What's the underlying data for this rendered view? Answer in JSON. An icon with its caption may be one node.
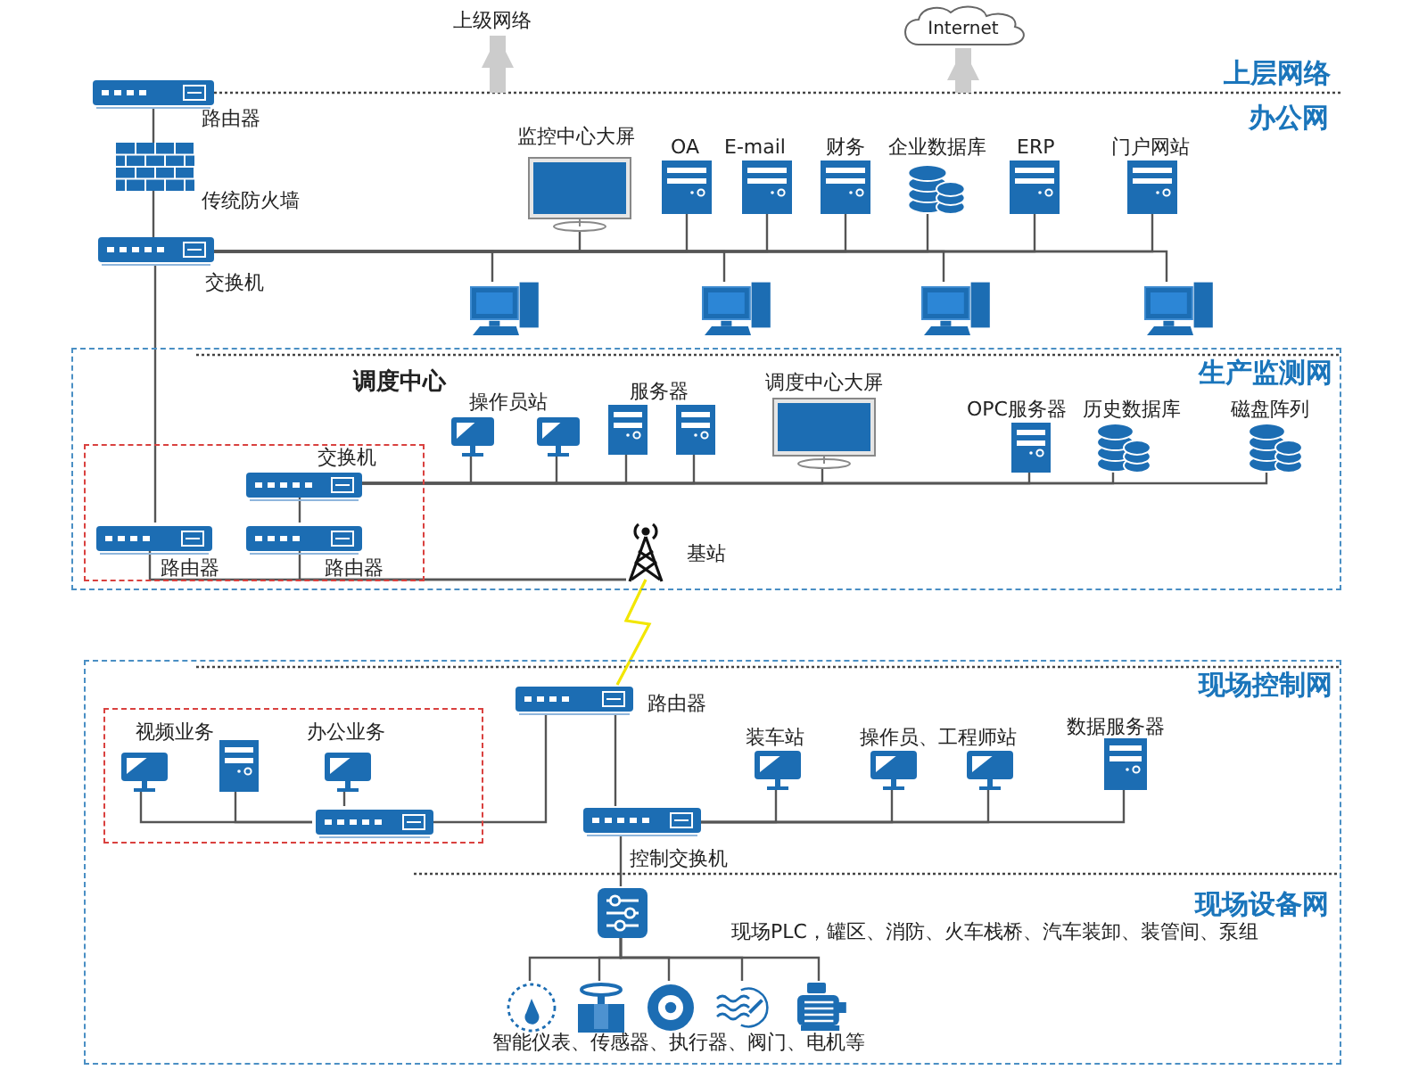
{
  "diagram": {
    "nodes": [
      {
        "text": [
          "上级网络"
        ]
      },
      {
        "text": [
          "Internet"
        ]
      },
      {
        "text": [
          "路由器"
        ]
      },
      {
        "text": [
          "传统防火墙"
        ]
      },
      {
        "text": [
          "交换机"
        ]
      },
      {
        "text": [
          "监控中心大屏"
        ]
      },
      {
        "text": [
          "OA"
        ]
      },
      {
        "text": [
          "E-mail"
        ]
      },
      {
        "text": [
          "财务"
        ]
      },
      {
        "text": [
          "企业数据库"
        ]
      },
      {
        "text": [
          "ERP"
        ]
      },
      {
        "text": [
          "门户网站"
        ]
      },
      {
        "text": [],
        "shape": "picture"
      },
      {
        "text": [],
        "shape": "picture"
      },
      {
        "text": [],
        "shape": "picture"
      },
      {
        "text": [],
        "shape": "picture"
      },
      {
        "text": [
          "生产监测网"
        ]
      },
      {
        "text": [],
        "shape": "box",
        "in": 16
      },
      {
        "text": [
          "交换机"
        ],
        "in": 17
      },
      {
        "text": [
          "路由器"
        ],
        "in": 17
      },
      {
        "text": [
          "路由器"
        ],
        "in": 17
      },
      {
        "text": [
          "操作员站"
        ],
        "in": 16
      },
      {
        "text": [],
        "shape": "picture",
        "in": 16
      },
      {
        "text": [
          "服务器"
        ],
        "in": 16
      },
      {
        "text": [],
        "shape": "picture",
        "in": 16
      },
      {
        "text": [
          "调度中心大屏"
        ],
        "in": 16
      },
      {
        "text": [
          "OPC服务器"
        ],
        "in": 16
      },
      {
        "text": [
          "历史数据库"
        ],
        "in": 16
      },
      {
        "text": [
          "磁盘阵列"
        ],
        "in": 16
      },
      {
        "text": [
          "基站"
        ],
        "in": 16
      },
      {
        "text": [
          "现场控制网"
        ]
      },
      {
        "text": [
          "路由器"
        ],
        "in": 30
      },
      {
        "text": [],
        "shape": "box",
        "in": 30
      },
      {
        "text": [
          "视频业务"
        ],
        "in": 32
      },
      {
        "text": [],
        "shape": "picture",
        "in": 32
      },
      {
        "text": [
          "办公业务"
        ],
        "in": 32
      },
      {
        "text": [],
        "shape": "picture",
        "in": 32
      },
      {
        "text": [
          "控制交换机"
        ],
        "in": 30
      },
      {
        "text": [
          "装车站"
        ],
        "in": 30
      },
      {
        "text": [
          "操作员、工程师站"
        ],
        "in": 30
      },
      {
        "text": [],
        "shape": "picture",
        "in": 30
      },
      {
        "text": [
          "数据服务器"
        ],
        "in": 30
      },
      {
        "text": [],
        "shape": "picture",
        "in": 30
      },
      {
        "text": [],
        "shape": "picture",
        "in": 30
      },
      {
        "text": [],
        "shape": "picture",
        "in": 30
      },
      {
        "text": [],
        "shape": "picture",
        "in": 30
      },
      {
        "text": [],
        "shape": "picture",
        "in": 30
      },
      {
        "text": [],
        "shape": "picture",
        "in": 30
      }
    ],
    "edges": [
      {
        "from": null,
        "to": 0,
        "arrow": "to",
        "style": "thick",
        "color": "#cccccc"
      },
      {
        "from": null,
        "to": 1,
        "arrow": "to",
        "style": "thick",
        "color": "#cccccc"
      },
      {
        "from": 2,
        "to": 3,
        "arrow": "none"
      },
      {
        "from": 3,
        "to": 4,
        "arrow": "none"
      },
      {
        "from": 4,
        "to": 5,
        "arrow": "none"
      },
      {
        "from": 4,
        "to": 6,
        "arrow": "none"
      },
      {
        "from": 4,
        "to": 7,
        "arrow": "none"
      },
      {
        "from": 4,
        "to": 8,
        "arrow": "none"
      },
      {
        "from": 4,
        "to": 9,
        "arrow": "none"
      },
      {
        "from": 4,
        "to": 10,
        "arrow": "none"
      },
      {
        "from": 4,
        "to": 11,
        "arrow": "none"
      },
      {
        "from": 4,
        "to": 12,
        "arrow": "none"
      },
      {
        "from": 4,
        "to": 13,
        "arrow": "none"
      },
      {
        "from": 4,
        "to": 14,
        "arrow": "none"
      },
      {
        "from": 4,
        "to": 15,
        "arrow": "none"
      },
      {
        "from": 4,
        "to": 19,
        "arrow": "none"
      },
      {
        "from": 18,
        "to": 20,
        "arrow": "none"
      },
      {
        "from": 18,
        "to": 21,
        "arrow": "none"
      },
      {
        "from": 18,
        "to": 22,
        "arrow": "none"
      },
      {
        "from": 18,
        "to": 23,
        "arrow": "none"
      },
      {
        "from": 18,
        "to": 24,
        "arrow": "none"
      },
      {
        "from": 18,
        "to": 25,
        "arrow": "none"
      },
      {
        "from": 18,
        "to": 26,
        "arrow": "none"
      },
      {
        "from": 18,
        "to": 27,
        "arrow": "none"
      },
      {
        "from": 18,
        "to": 28,
        "arrow": "none"
      },
      {
        "from": 19,
        "to": 29,
        "arrow": "none"
      },
      {
        "from": 20,
        "to": 29,
        "arrow": "none"
      },
      {
        "from": 29,
        "to": 31,
        "arrow": "none",
        "color": "#f2e600"
      },
      {
        "from": 31,
        "to": 37,
        "arrow": "none"
      },
      {
        "from": 36,
        "to": 31,
        "arrow": "none"
      },
      {
        "from": 33,
        "to": 36,
        "arrow": "none"
      },
      {
        "from": 34,
        "to": 36,
        "arrow": "none"
      },
      {
        "from": 35,
        "to": 36,
        "arrow": "none"
      },
      {
        "from": 37,
        "to": 38,
        "arrow": "none"
      },
      {
        "from": 37,
        "to": 39,
        "arrow": "none"
      },
      {
        "from": 37,
        "to": 40,
        "arrow": "none"
      },
      {
        "from": 37,
        "to": 41,
        "arrow": "none"
      },
      {
        "from": 37,
        "to": 42,
        "arrow": "none"
      },
      {
        "from": 42,
        "to": 43,
        "arrow": "none"
      },
      {
        "from": 42,
        "to": 44,
        "arrow": "none"
      },
      {
        "from": 42,
        "to": 45,
        "arrow": "none"
      },
      {
        "from": 42,
        "to": 46,
        "arrow": "none"
      },
      {
        "from": 42,
        "to": 47,
        "arrow": "none"
      }
    ],
    "labels": [
      "上层网络",
      "办公网",
      "调度中心",
      "现场设备网",
      "现场PLC，罐区、消防、火车栈桥、汽车装卸、装管间、泵组",
      "智能仪表、传感器、执行器、阀门、电机等"
    ]
  }
}
